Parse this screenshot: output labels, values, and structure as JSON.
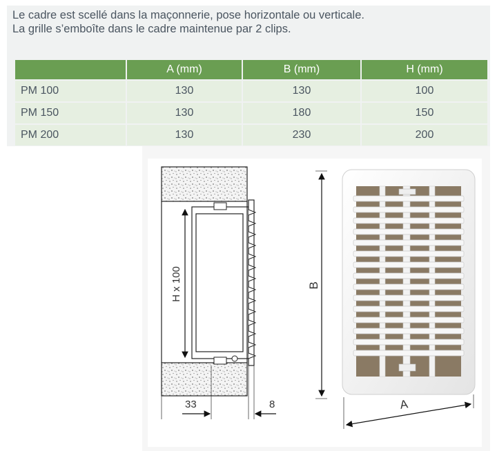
{
  "intro": {
    "line1": "Le cadre est scellé dans la maçonnerie, pose horizontale ou verticale.",
    "line2": "La grille s’emboîte dans le cadre maintenue par 2 clips."
  },
  "table": {
    "headers": [
      "",
      "A (mm)",
      "B (mm)",
      "H (mm)"
    ],
    "rows": [
      [
        "PM 100",
        "130",
        "130",
        "100"
      ],
      [
        "PM 150",
        "130",
        "180",
        "150"
      ],
      [
        "PM 200",
        "130",
        "230",
        "200"
      ]
    ]
  },
  "drawing": {
    "section_label": "H x 100",
    "dim_33": "33",
    "dim_8": "8",
    "dim_B": "B",
    "dim_A": "A"
  },
  "colors": {
    "header_green": "#6a9e52",
    "row_bg": "#e6efe1",
    "text": "#4a5560"
  }
}
